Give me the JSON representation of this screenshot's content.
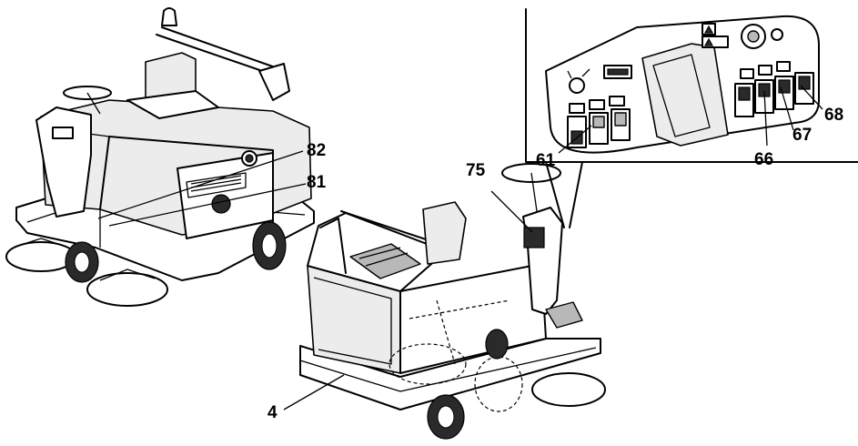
{
  "callouts": {
    "c4": "4",
    "c61": "61",
    "c66": "66",
    "c67": "67",
    "c68": "68",
    "c75": "75",
    "c81": "81",
    "c82": "82"
  }
}
